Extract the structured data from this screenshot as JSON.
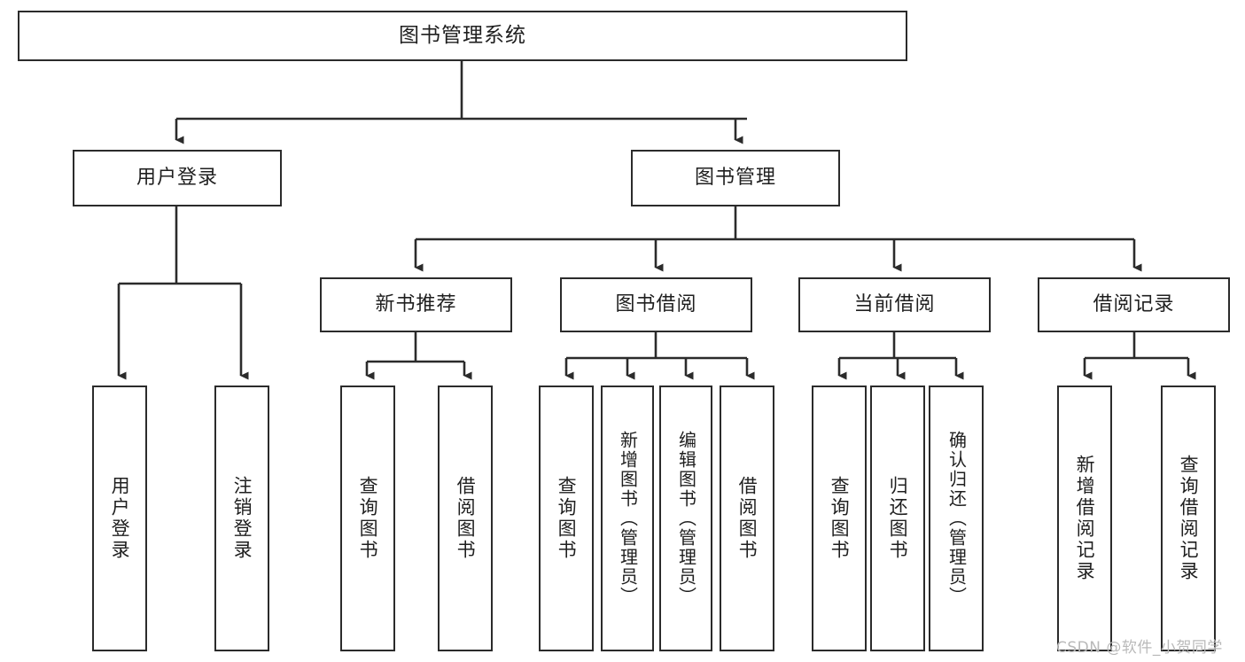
{
  "diagram": {
    "type": "tree-hierarchy",
    "title": "图书管理系统",
    "orientation": "top-down",
    "line_color": "#2b2b2b",
    "box_fill": "#ffffff",
    "text_color": "#1f1f1f",
    "watermark": "CSDN @软件_小贺同学",
    "watermark_color": "#b9b9b9"
  },
  "nodes": {
    "root": {
      "label": "图书管理系统",
      "level": 1
    },
    "level2": [
      {
        "id": "user-login",
        "label": "用户登录"
      },
      {
        "id": "book-manage",
        "label": "图书管理"
      }
    ],
    "level3": [
      {
        "id": "new-book-recommend",
        "label": "新书推荐",
        "parent": "book-manage"
      },
      {
        "id": "book-borrow",
        "label": "图书借阅",
        "parent": "book-manage"
      },
      {
        "id": "current-borrow",
        "label": "当前借阅",
        "parent": "book-manage"
      },
      {
        "id": "borrow-record",
        "label": "借阅记录",
        "parent": "book-manage"
      }
    ],
    "leaves": [
      {
        "id": "leaf-user-login",
        "label": "用户登录",
        "parent": "user-login"
      },
      {
        "id": "leaf-user-logout",
        "label": "注销登录",
        "parent": "user-login"
      },
      {
        "id": "leaf-query-book-1",
        "label": "查询图书",
        "parent": "new-book-recommend"
      },
      {
        "id": "leaf-borrow-book-1",
        "label": "借阅图书",
        "parent": "new-book-recommend"
      },
      {
        "id": "leaf-query-book-2",
        "label": "查询图书",
        "parent": "book-borrow"
      },
      {
        "id": "leaf-add-book",
        "label": "新增图书（管理员）",
        "parent": "book-borrow"
      },
      {
        "id": "leaf-edit-book",
        "label": "编辑图书（管理员）",
        "parent": "book-borrow"
      },
      {
        "id": "leaf-borrow-book-2",
        "label": "借阅图书",
        "parent": "book-borrow"
      },
      {
        "id": "leaf-query-book-3",
        "label": "查询图书",
        "parent": "current-borrow"
      },
      {
        "id": "leaf-return-book",
        "label": "归还图书",
        "parent": "current-borrow"
      },
      {
        "id": "leaf-confirm-return",
        "label": "确认归还（管理员）",
        "parent": "current-borrow"
      },
      {
        "id": "leaf-add-record",
        "label": "新增借阅记录",
        "parent": "borrow-record"
      },
      {
        "id": "leaf-query-record",
        "label": "查询借阅记录",
        "parent": "borrow-record"
      }
    ]
  },
  "edges": [
    {
      "from": "root",
      "to": "user-login"
    },
    {
      "from": "root",
      "to": "book-manage"
    },
    {
      "from": "book-manage",
      "to": "new-book-recommend"
    },
    {
      "from": "book-manage",
      "to": "book-borrow"
    },
    {
      "from": "book-manage",
      "to": "current-borrow"
    },
    {
      "from": "book-manage",
      "to": "borrow-record"
    },
    {
      "from": "user-login",
      "to": "leaf-user-login"
    },
    {
      "from": "user-login",
      "to": "leaf-user-logout"
    },
    {
      "from": "new-book-recommend",
      "to": "leaf-query-book-1"
    },
    {
      "from": "new-book-recommend",
      "to": "leaf-borrow-book-1"
    },
    {
      "from": "book-borrow",
      "to": "leaf-query-book-2"
    },
    {
      "from": "book-borrow",
      "to": "leaf-add-book"
    },
    {
      "from": "book-borrow",
      "to": "leaf-edit-book"
    },
    {
      "from": "book-borrow",
      "to": "leaf-borrow-book-2"
    },
    {
      "from": "current-borrow",
      "to": "leaf-query-book-3"
    },
    {
      "from": "current-borrow",
      "to": "leaf-return-book"
    },
    {
      "from": "current-borrow",
      "to": "leaf-confirm-return"
    },
    {
      "from": "borrow-record",
      "to": "leaf-add-record"
    },
    {
      "from": "borrow-record",
      "to": "leaf-query-record"
    }
  ]
}
